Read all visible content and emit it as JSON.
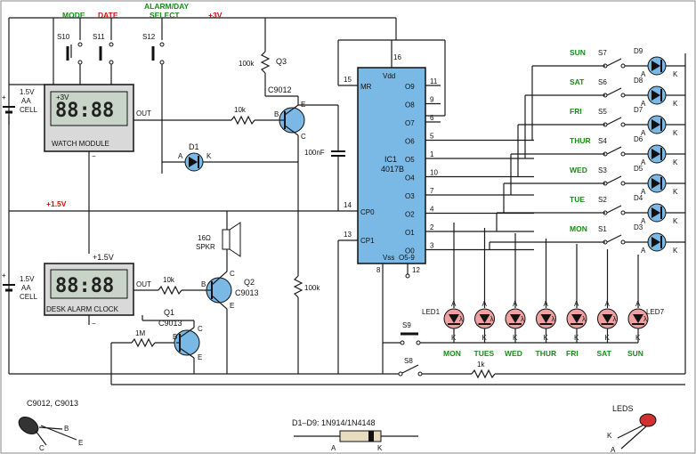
{
  "labels": {
    "mode": "MODE",
    "date": "DATE",
    "alarm_day_select_1": "ALARM/DAY",
    "alarm_day_select_2": "SELECT",
    "plus3v": "+3V",
    "plus3v_small": "+3V",
    "plus1_5v_red": "+1.5V",
    "plus1_5v": "+1.5V",
    "battery_top_1": "1.5V",
    "battery_top_2": "AA",
    "battery_top_3": "CELL",
    "battery_bot_1": "1.5V",
    "battery_bot_2": "AA",
    "battery_bot_3": "CELL",
    "s10": "S10",
    "s11": "S11",
    "s12": "S12",
    "r_100k_top": "100k",
    "q3": "Q3",
    "q3_type": "C9012",
    "watch_display": "88:88",
    "watch_module": "WATCH MODULE",
    "out_top": "OUT",
    "r_10k_top": "10k",
    "d1": "D1",
    "cap": "100nF",
    "spkr_1": "16Ω",
    "spkr_2": "SPKR",
    "alarm_display": "88:88",
    "desk_alarm_clock": "DESK ALARM CLOCK",
    "out_bot": "OUT",
    "r_10k_bot": "10k",
    "q2": "Q2",
    "q2_type": "C9013",
    "q1": "Q1",
    "q1_type": "C9013",
    "r_1m": "1M",
    "r_100k_bot": "100k",
    "ic_vdd": "Vdd",
    "ic_mr": "MR",
    "ic_cp0": "CP0",
    "ic_cp1": "CP1",
    "ic_vss": "Vss",
    "ic_o59": "O5-9",
    "ic_name": "IC1",
    "ic_part": "4017B",
    "ic_outputs": [
      "O9",
      "O8",
      "O7",
      "O6",
      "O5",
      "O4",
      "O3",
      "O2",
      "O1",
      "O0"
    ],
    "ic_pins_right": [
      "11",
      "9",
      "6",
      "5",
      "1",
      "10",
      "7",
      "4",
      "2",
      "3"
    ],
    "pin16": "16",
    "pin15": "15",
    "pin14": "14",
    "pin13": "13",
    "pin8": "8",
    "pin12": "12",
    "s9": "S9",
    "s8": "S8",
    "r_1k": "1k",
    "led1": "LED1",
    "led7": "LED7",
    "b_label": "B",
    "c_label": "C",
    "e_label": "E",
    "a_label": "A",
    "k_label": "K",
    "lambda": "λ",
    "pkg_title": "C9012, C9013",
    "diode_note": "D1–D9: 1N914/1N4148",
    "leds_title": "LEDS"
  },
  "days": [
    {
      "name": "SUN",
      "switch": "S7",
      "diode": "D9"
    },
    {
      "name": "SAT",
      "switch": "S6",
      "diode": "D8"
    },
    {
      "name": "FRI",
      "switch": "S5",
      "diode": "D7"
    },
    {
      "name": "THUR",
      "switch": "S4",
      "diode": "D6"
    },
    {
      "name": "WED",
      "switch": "S3",
      "diode": "D5"
    },
    {
      "name": "TUE",
      "switch": "S2",
      "diode": "D4"
    },
    {
      "name": "MON",
      "switch": "S1",
      "diode": "D3"
    }
  ],
  "led_days": [
    "MON",
    "TUES",
    "WED",
    "THUR",
    "FRI",
    "SAT",
    "SUN"
  ],
  "colors": {
    "diode_fill": "#7ab8e6",
    "led_fill": "#f0a0a0",
    "ic_fill": "#7ab8e6",
    "module_fill": "#d9d9d9",
    "lcd_fill": "#c8d4c8",
    "label_green": "#1a8a1a",
    "label_red": "#d01010"
  }
}
